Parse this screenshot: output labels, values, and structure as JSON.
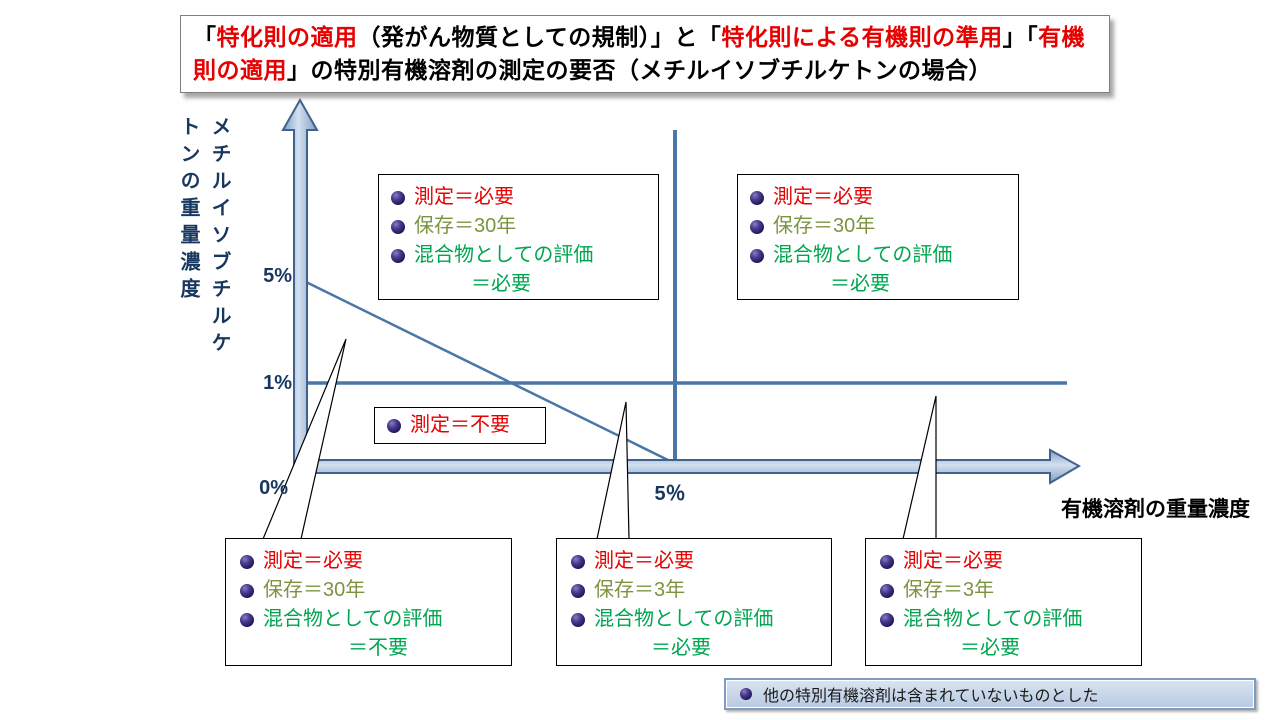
{
  "colors": {
    "red": "#e60000",
    "olive": "#7c9440",
    "green": "#00a550",
    "navy": "#17375e",
    "black": "#000000",
    "line_blue": "#4a76a8",
    "arrow_edge": "#41618e"
  },
  "title": {
    "segments": [
      {
        "text": "「",
        "color": "black"
      },
      {
        "text": "特化則の適用",
        "color": "red"
      },
      {
        "text": "（発がん物質としての規制）」と「",
        "color": "black"
      },
      {
        "text": "特化則による有機則の準用",
        "color": "red"
      },
      {
        "text": "」「",
        "color": "black"
      },
      {
        "text": "有機則の適用",
        "color": "red"
      },
      {
        "text": "」の特別有機溶剤の測定の要否（メチルイソブチルケトンの場合）",
        "color": "black"
      }
    ]
  },
  "y_axis": {
    "title_vertical": "メチルイソブチルケ\nトンの重量濃度",
    "tick_5": "5%",
    "tick_1": "1%",
    "tick_0": "0%"
  },
  "x_axis": {
    "tick_5": "5％",
    "title": "有機溶剤の重量濃度"
  },
  "boxes": {
    "top_mid": {
      "items": [
        {
          "text": "測定＝必要",
          "color": "red"
        },
        {
          "text": "保存＝30年",
          "color": "olive"
        },
        {
          "text": "混合物としての評価",
          "color": "green",
          "cont": "＝必要"
        }
      ]
    },
    "top_right": {
      "items": [
        {
          "text": "測定＝必要",
          "color": "red"
        },
        {
          "text": "保存＝30年",
          "color": "olive"
        },
        {
          "text": "混合物としての評価",
          "color": "green",
          "cont": "＝必要"
        }
      ]
    },
    "no_measure": {
      "items": [
        {
          "text": "測定＝不要",
          "color": "red"
        }
      ]
    },
    "bottom_left": {
      "items": [
        {
          "text": "測定＝必要",
          "color": "red"
        },
        {
          "text": "保存＝30年",
          "color": "olive"
        },
        {
          "text": "混合物としての評価",
          "color": "green",
          "cont": "＝不要"
        }
      ]
    },
    "bottom_mid": {
      "items": [
        {
          "text": "測定＝必要",
          "color": "red"
        },
        {
          "text": "保存＝3年",
          "color": "olive"
        },
        {
          "text": "混合物としての評価",
          "color": "green",
          "cont": "＝必要"
        }
      ]
    },
    "bottom_right": {
      "items": [
        {
          "text": "測定＝必要",
          "color": "red"
        },
        {
          "text": "保存＝3年",
          "color": "olive"
        },
        {
          "text": "混合物としての評価",
          "color": "green",
          "cont": "＝必要"
        }
      ]
    }
  },
  "note": {
    "text": "他の特別有機溶剤は含まれていないものとした"
  }
}
